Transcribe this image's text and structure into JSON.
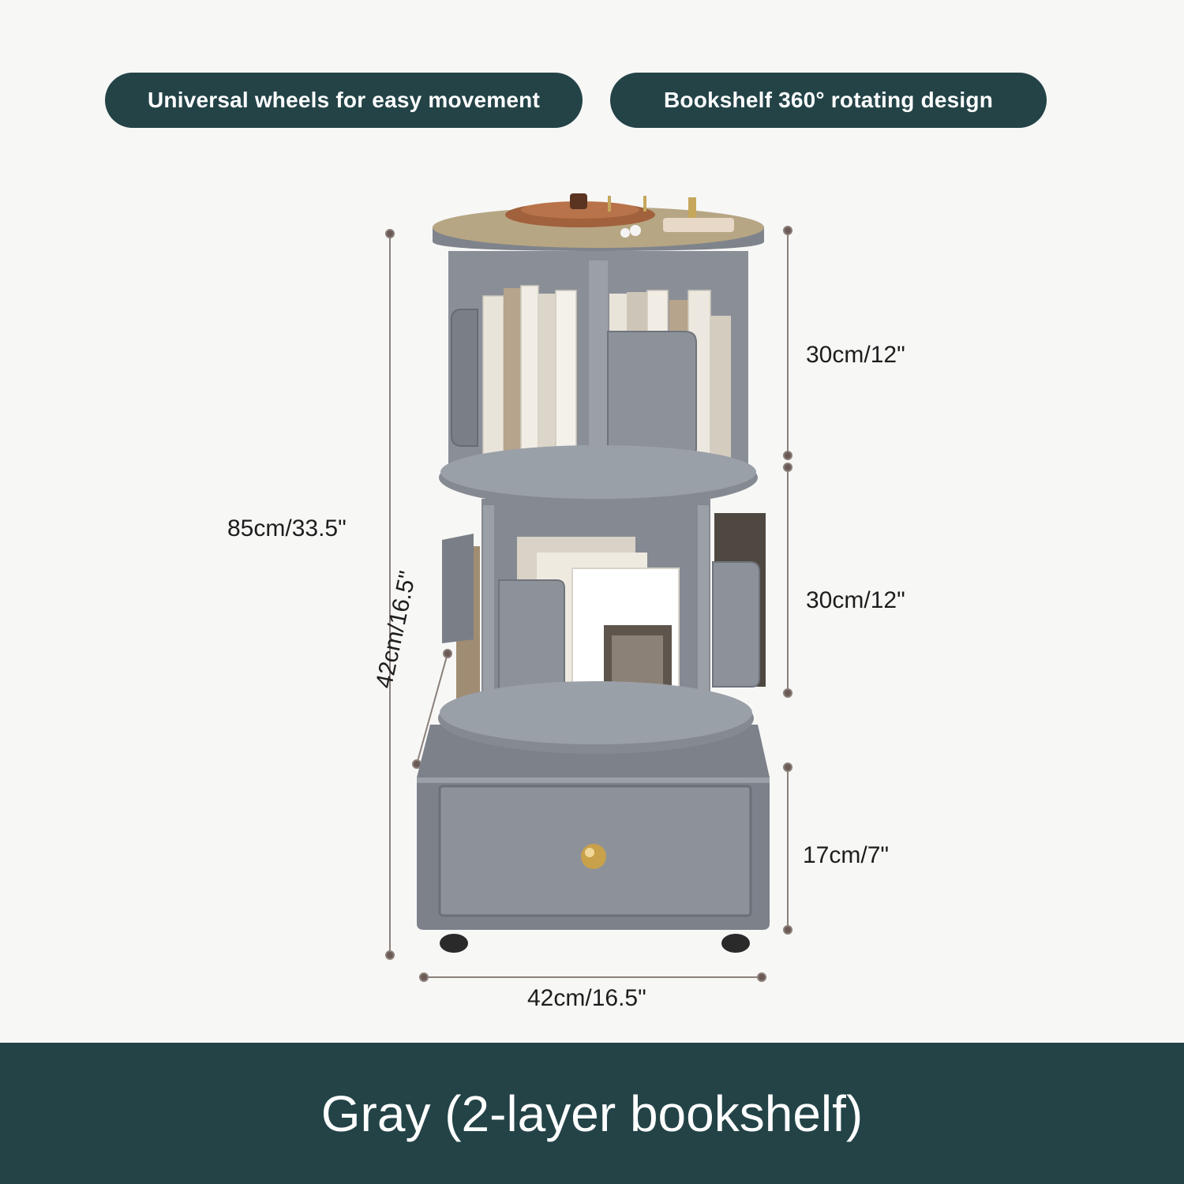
{
  "badges": {
    "left": "Universal wheels for easy movement",
    "right": "Bookshelf 360° rotating design"
  },
  "dimensions": {
    "total_height": "85cm/33.5\"",
    "upper_tier": "30cm/12\"",
    "lower_tier": "30cm/12\"",
    "drawer": "17cm/7\"",
    "width": "42cm/16.5\"",
    "depth": "42cm/16.5\""
  },
  "footer": {
    "title": "Gray (2-layer bookshelf)"
  },
  "colors": {
    "accent": "#234347",
    "shelf_gray": "#7f848c",
    "top_wood": "#b7a683",
    "knob_gold": "#c9a14a"
  },
  "icons": {
    "product": "rotating-bookshelf-illustration"
  }
}
